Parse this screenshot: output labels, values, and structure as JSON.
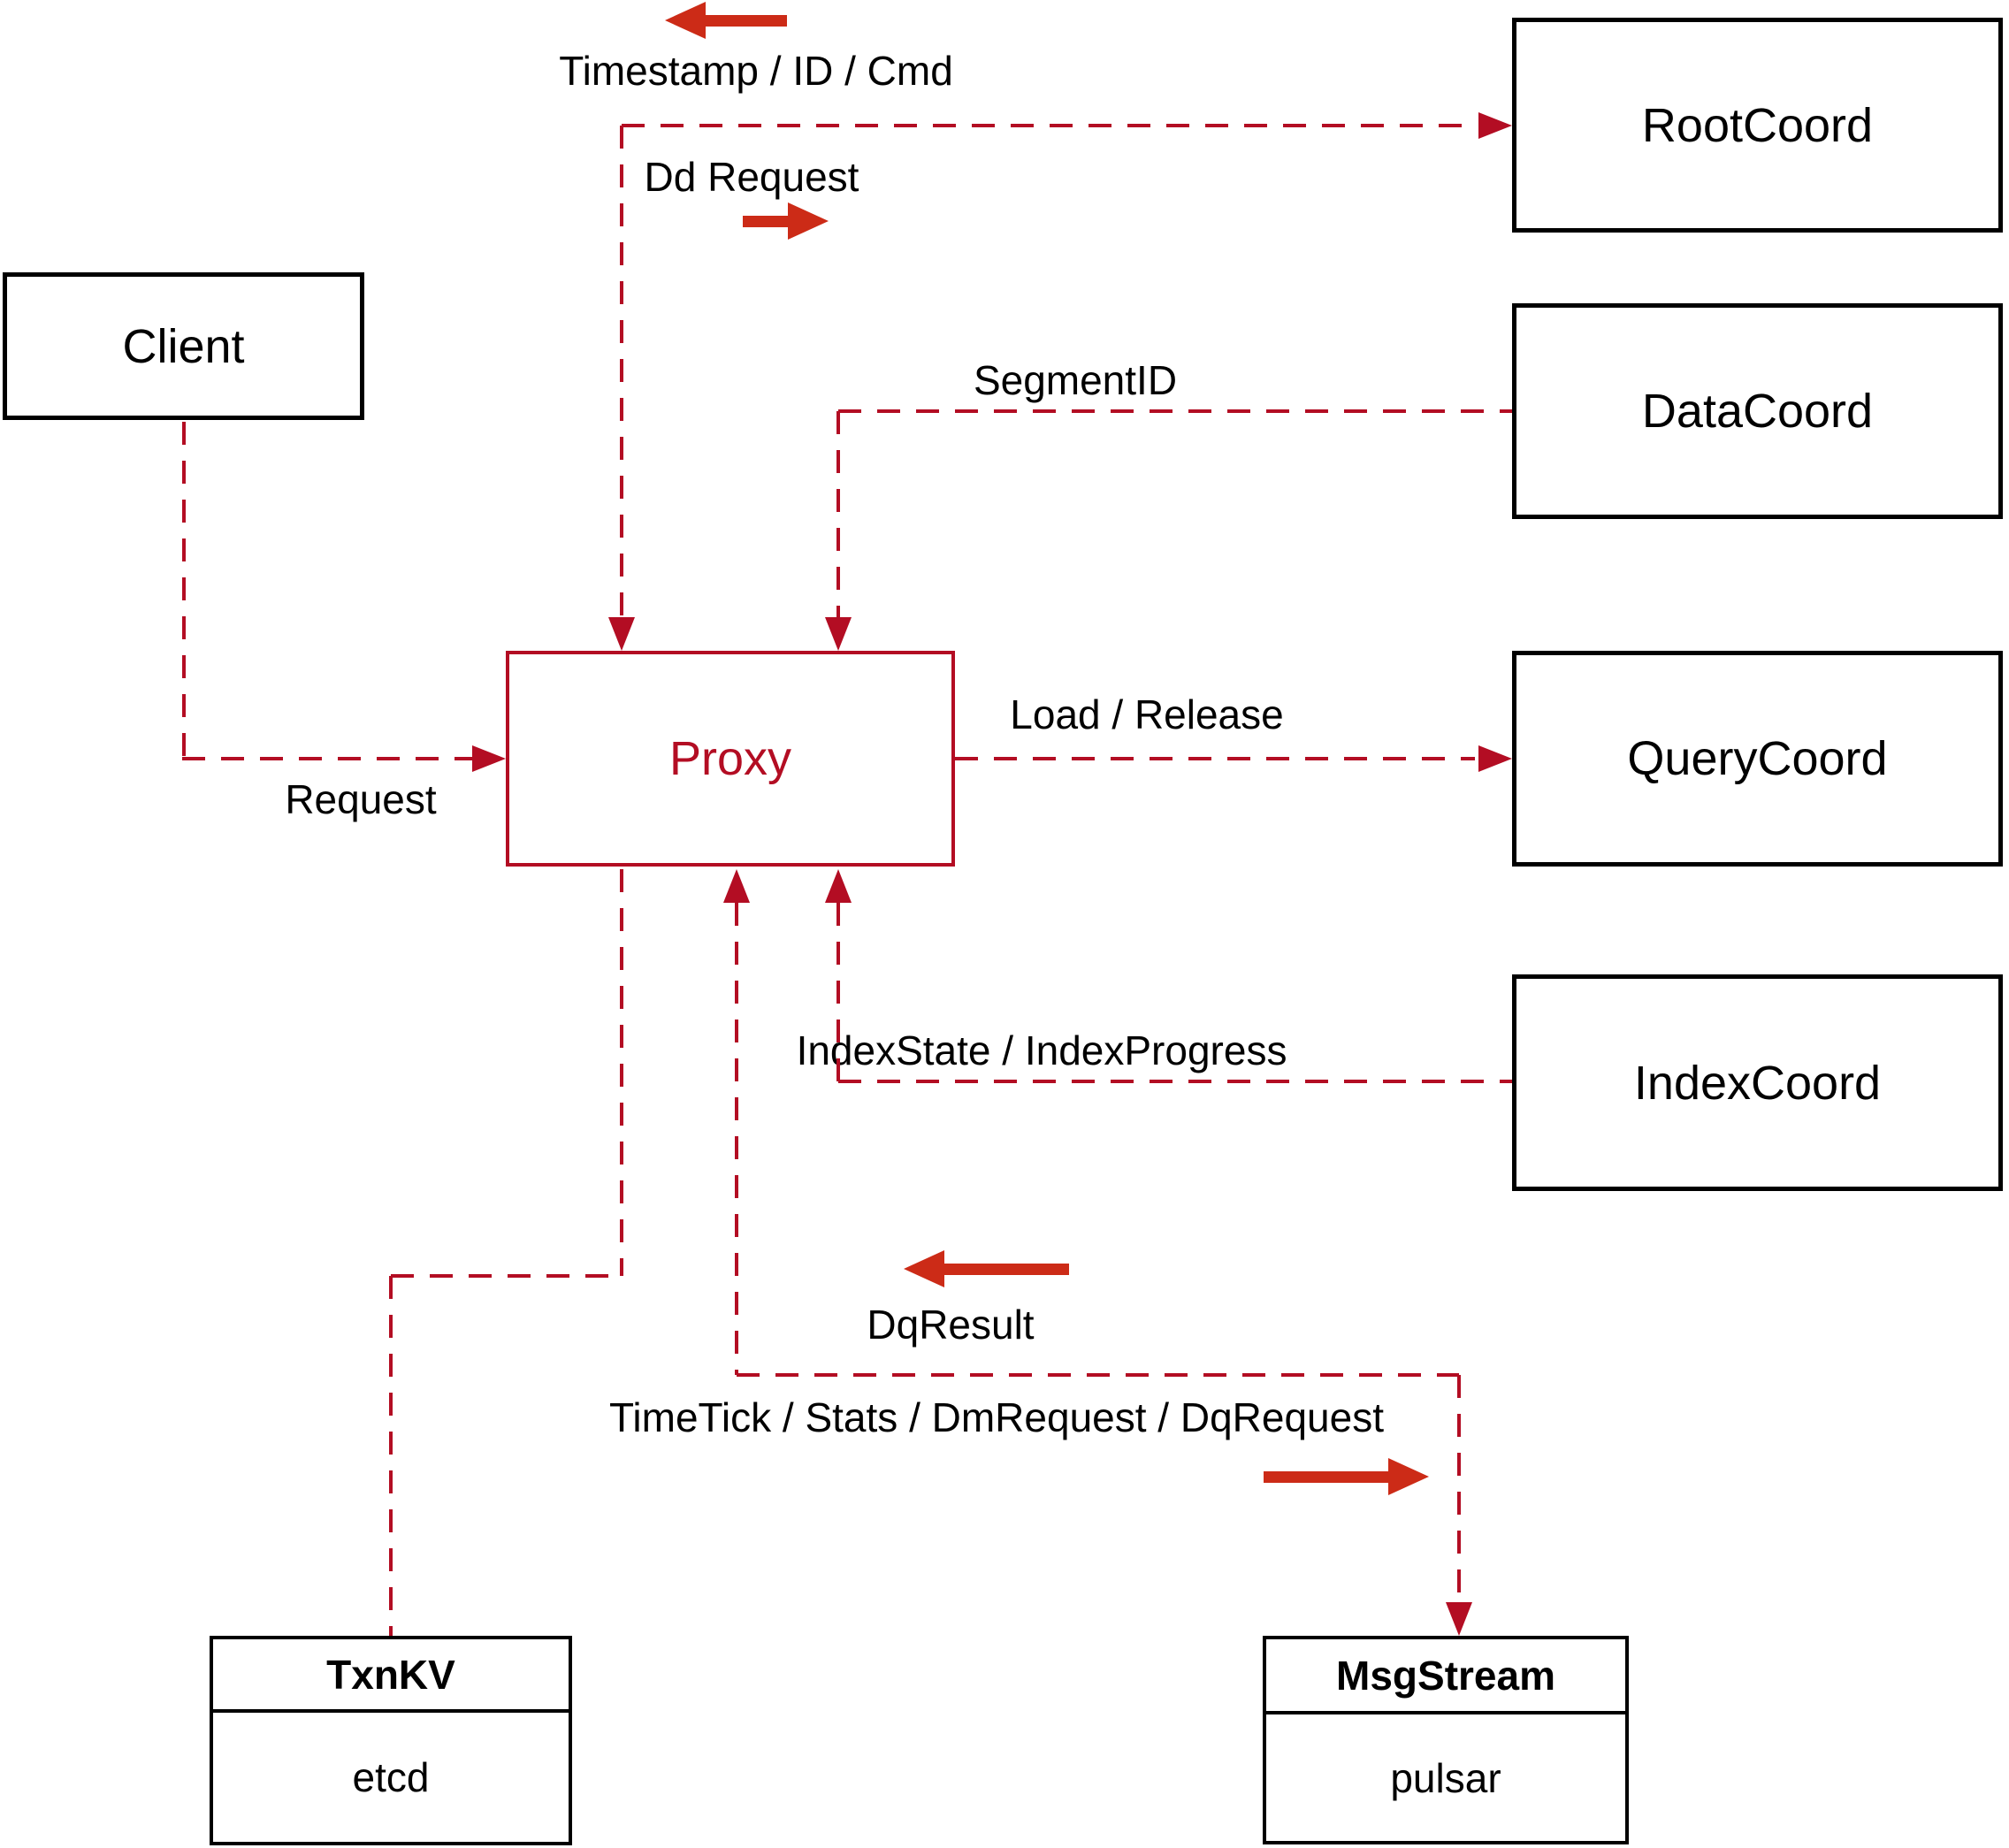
{
  "nodes": {
    "client": {
      "label": "Client"
    },
    "proxy": {
      "label": "Proxy"
    },
    "root_coord": {
      "label": "RootCoord"
    },
    "data_coord": {
      "label": "DataCoord"
    },
    "query_coord": {
      "label": "QueryCoord"
    },
    "index_coord": {
      "label": "IndexCoord"
    },
    "txn_kv": {
      "title": "TxnKV",
      "subtitle": "etcd"
    },
    "msg_stream": {
      "title": "MsgStream",
      "subtitle": "pulsar"
    }
  },
  "edge_labels": {
    "timestamp": "Timestamp / ID / Cmd",
    "dd_request": "Dd Request",
    "segment_id": "SegmentID",
    "load_release": "Load / Release",
    "index_state": "IndexState / IndexProgress",
    "request": "Request",
    "dq_result": "DqResult",
    "time_tick": "TimeTick / Stats / DmRequest / DqRequest"
  },
  "colors": {
    "dashed_line_red": "#b30d23",
    "solid_arrow_red": "#cc2b17",
    "box_border_black": "#000000",
    "background": "#ffffff"
  }
}
